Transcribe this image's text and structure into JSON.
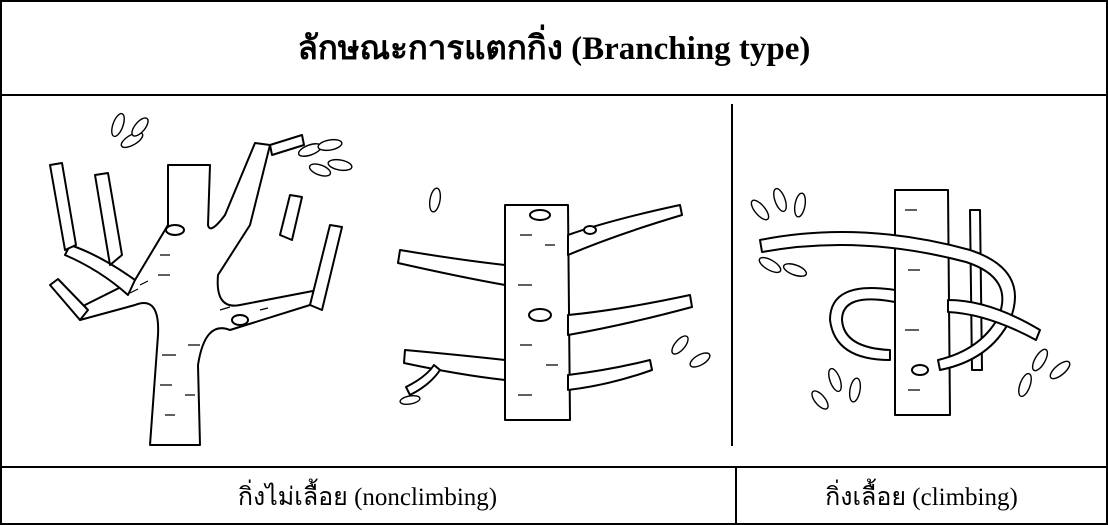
{
  "header": {
    "title": "ลักษณะการแตกกิ่ง (Branching type)"
  },
  "captions": {
    "nonclimbing": "กิ่งไม่เลื้อย (nonclimbing)",
    "climbing": "กิ่งเลื้อย (climbing)"
  },
  "illustrations": [
    {
      "icon": "forked-branches-tree-icon"
    },
    {
      "icon": "horizontal-branches-tree-icon"
    },
    {
      "icon": "climbing-branches-tree-icon"
    }
  ]
}
